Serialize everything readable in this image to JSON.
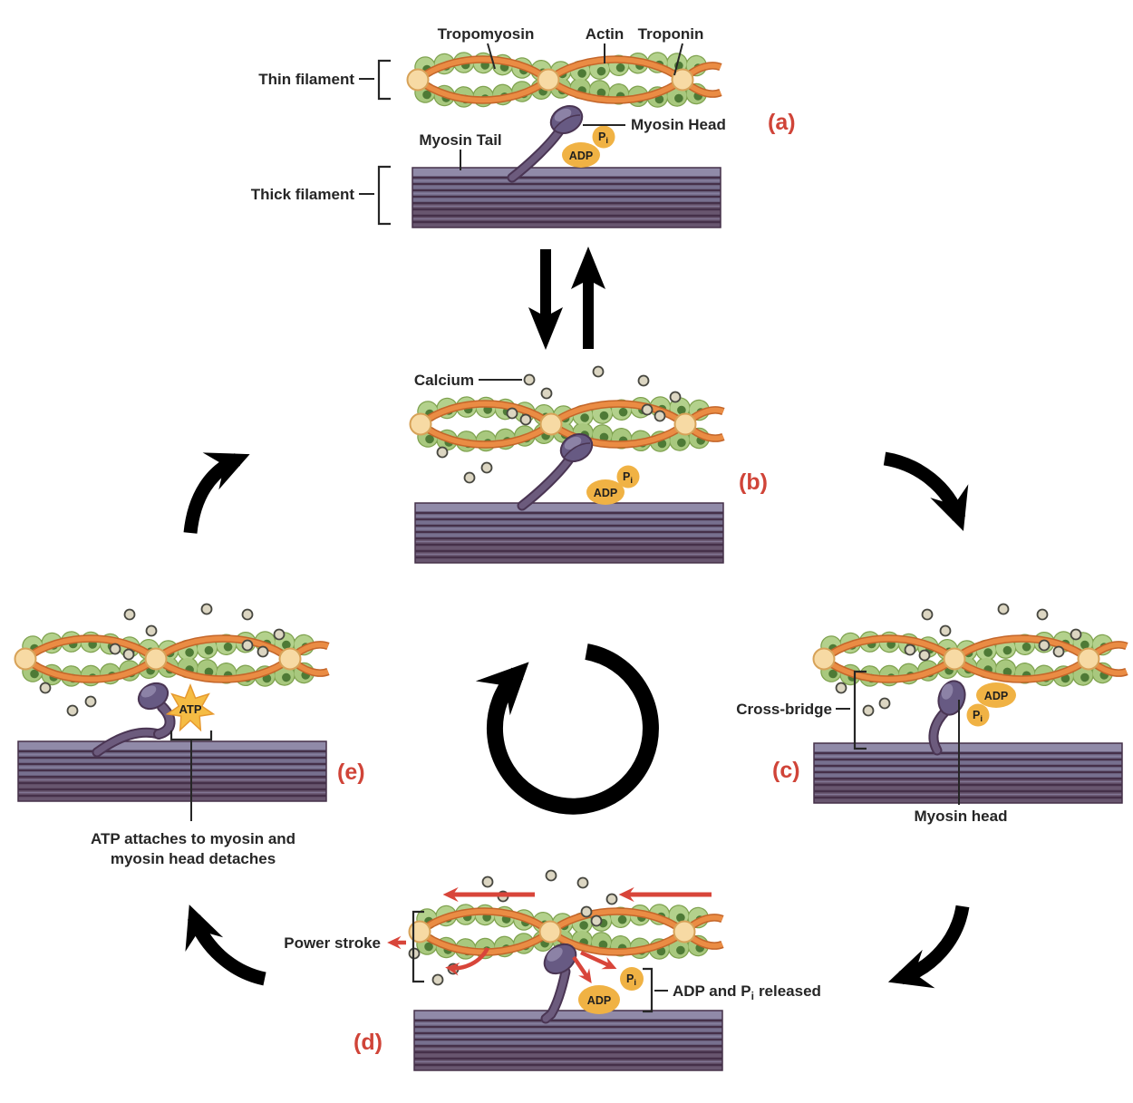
{
  "panels": {
    "a": {
      "tag": "(a)",
      "tropomyosin": "Tropomyosin",
      "actin": "Actin",
      "troponin": "Troponin",
      "thin_filament": "Thin filament",
      "myosin_head": "Myosin Head",
      "myosin_tail": "Myosin Tail",
      "thick_filament": "Thick filament",
      "adp": "ADP",
      "p": "P",
      "p_sub": "i"
    },
    "b": {
      "tag": "(b)",
      "calcium": "Calcium",
      "adp": "ADP",
      "p": "P",
      "p_sub": "i"
    },
    "c": {
      "tag": "(c)",
      "cross_bridge": "Cross-bridge",
      "myosin_head": "Myosin head",
      "adp": "ADP",
      "p": "P",
      "p_sub": "i"
    },
    "d": {
      "tag": "(d)",
      "power_stroke": "Power stroke",
      "released_prefix": "ADP and P",
      "released_sub": "i",
      "released_suffix": "released",
      "adp": "ADP",
      "p": "P",
      "p_sub": "i"
    },
    "e": {
      "tag": "(e)",
      "atp": "ATP",
      "caption_line1": "ATP attaches to myosin and",
      "caption_line2": "myosin head detaches"
    }
  },
  "colors": {
    "label_red": "#d04438",
    "text_black": "#262626",
    "actin_green": "#b3d18c",
    "actin_nucleus_green": "#4e7a36",
    "tropomyosin_orange": "#e08440",
    "troponin_tan": "#f7daa4",
    "myosin_purple": "#6c5b7d",
    "thick_filament_purple": "#77708f",
    "nucleotide_orange": "#f0b244",
    "calcium_gray": "#dcd6c2",
    "arrow_red": "#d8453a",
    "arrow_black": "#000000"
  }
}
